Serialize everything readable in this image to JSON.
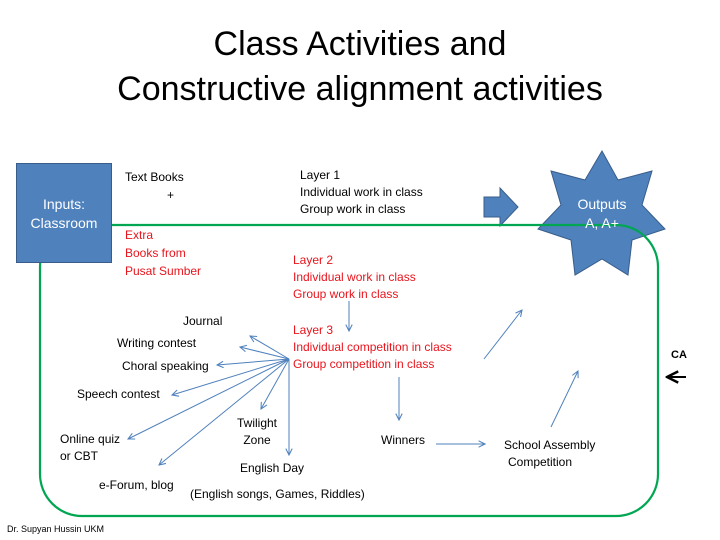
{
  "title": {
    "line1": "Class Activities and",
    "line2": "Constructive alignment activities"
  },
  "inputs": {
    "line1": "Inputs:",
    "line2": "Classroom",
    "color": "#4f81bd"
  },
  "outputs": {
    "line1": "Outputs",
    "line2": "A, A+",
    "color": "#4f81bd"
  },
  "resources": {
    "textbooks": "Text Books",
    "plus": "+",
    "extra": [
      "Extra",
      "Books from",
      "Pusat Sumber"
    ]
  },
  "layers": [
    {
      "label": "Layer 1",
      "items": [
        "Individual work in class",
        "Group work in class"
      ],
      "color": "#000000"
    },
    {
      "label": "Layer 2",
      "items": [
        "Individual work in class",
        "Group work in class"
      ],
      "color": "#e8141c"
    },
    {
      "label": "Layer 3",
      "items": [
        "Individual competition in class",
        "Group competition in class"
      ],
      "color": "#e8141c"
    }
  ],
  "activities": {
    "journal": "Journal",
    "writing": "Writing contest",
    "choral": "Choral speaking",
    "speech": "Speech contest",
    "quiz": [
      "Online quiz",
      "or CBT"
    ],
    "forum": "e-Forum, blog",
    "twilight": [
      "Twilight",
      "Zone"
    ],
    "english_day": "English Day",
    "english_day_note": "(English songs, Games, Riddles)"
  },
  "winners": "Winners",
  "assembly": [
    "School Assembly",
    "Competition"
  ],
  "ca_label": "CA",
  "footer": "Dr. Supyan Hussin UKM",
  "colors": {
    "loop": "#00a651",
    "arrow": "#4f81bd",
    "red_text": "#e8141c"
  }
}
